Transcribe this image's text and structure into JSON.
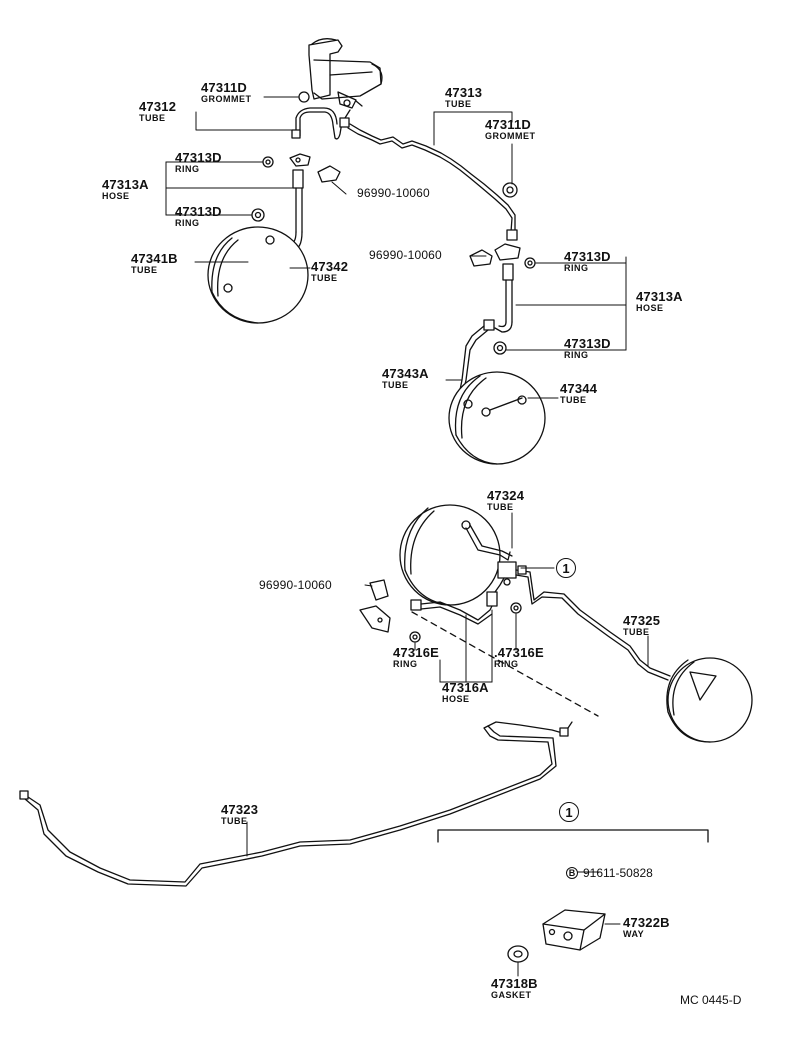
{
  "parts": {
    "p47312": {
      "num": "47312",
      "name": "TUBE"
    },
    "p47311d_a": {
      "num": "47311D",
      "name": "GROMMET"
    },
    "p47313": {
      "num": "47313",
      "name": "TUBE"
    },
    "p47311d_b": {
      "num": "47311D",
      "name": "GROMMET"
    },
    "p47313d_a": {
      "num": "47313D",
      "name": "RING"
    },
    "p47313a_a": {
      "num": "47313A",
      "name": "HOSE"
    },
    "p47313d_b": {
      "num": "47313D",
      "name": "RING"
    },
    "p96990_a": {
      "num": "96990-10060"
    },
    "p47341b": {
      "num": "47341B",
      "name": "TUBE"
    },
    "p47342": {
      "num": "47342",
      "name": "TUBE"
    },
    "p96990_b": {
      "num": "96990-10060"
    },
    "p47313d_c": {
      "num": "47313D",
      "name": "RING"
    },
    "p47313a_b": {
      "num": "47313A",
      "name": "HOSE"
    },
    "p47313d_d": {
      "num": "47313D",
      "name": "RING"
    },
    "p47343a": {
      "num": "47343A",
      "name": "TUBE"
    },
    "p47344": {
      "num": "47344",
      "name": "TUBE"
    },
    "p47324": {
      "num": "47324",
      "name": "TUBE"
    },
    "p96990_c": {
      "num": "96990-10060"
    },
    "p47325": {
      "num": "47325",
      "name": "TUBE"
    },
    "p47316e_a": {
      "num": "47316E",
      "name": "RING"
    },
    "p47316e_b": {
      "num": ".47316E",
      "name": "RING"
    },
    "p47316a": {
      "num": "47316A",
      "name": "HOSE"
    },
    "p47323": {
      "num": "47323",
      "name": "TUBE"
    },
    "p91611": {
      "num": "91611-50828",
      "mark": "B"
    },
    "p47322b": {
      "num": "47322B",
      "name": "WAY"
    },
    "p47318b": {
      "num": "47318B",
      "name": "GASKET"
    }
  },
  "callouts": {
    "detail_ref": "1",
    "detail_header": "1"
  },
  "footer": {
    "code": "MC 0445-D"
  }
}
